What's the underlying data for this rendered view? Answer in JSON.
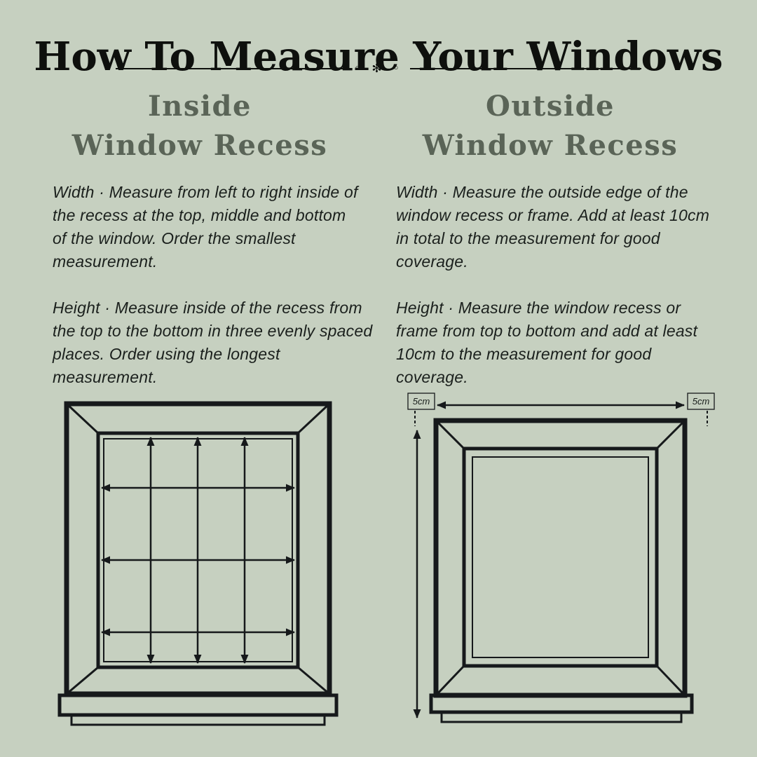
{
  "page": {
    "title": "How To Measure Your Windows",
    "divider_ornament": "◦ ✻ ◦"
  },
  "columns": {
    "inside": {
      "heading_line1": "Inside",
      "heading_line2": "Window Recess",
      "width_text": "Width · Measure from left to right inside of the recess at the top, middle and bottom of the window. Order the smallest measurement.",
      "height_text": "Height · Measure inside of the recess from the top to the bottom in three evenly spaced places. Order using the longest measurement."
    },
    "outside": {
      "heading_line1": "Outside",
      "heading_line2": "Window Recess",
      "width_text": "Width · Measure the outside edge of the window recess or frame. Add at least 10cm in total to the measurement for good coverage.",
      "height_text": "Height · Measure the window recess or frame from top to bottom and add at least 10cm to the measurement for good coverage.",
      "left_margin_label": "5cm",
      "right_margin_label": "5cm"
    }
  },
  "colors": {
    "background": "#c6d0c0",
    "ink": "#16191b",
    "heading": "#5a6457",
    "body_text": "#1b201d"
  }
}
